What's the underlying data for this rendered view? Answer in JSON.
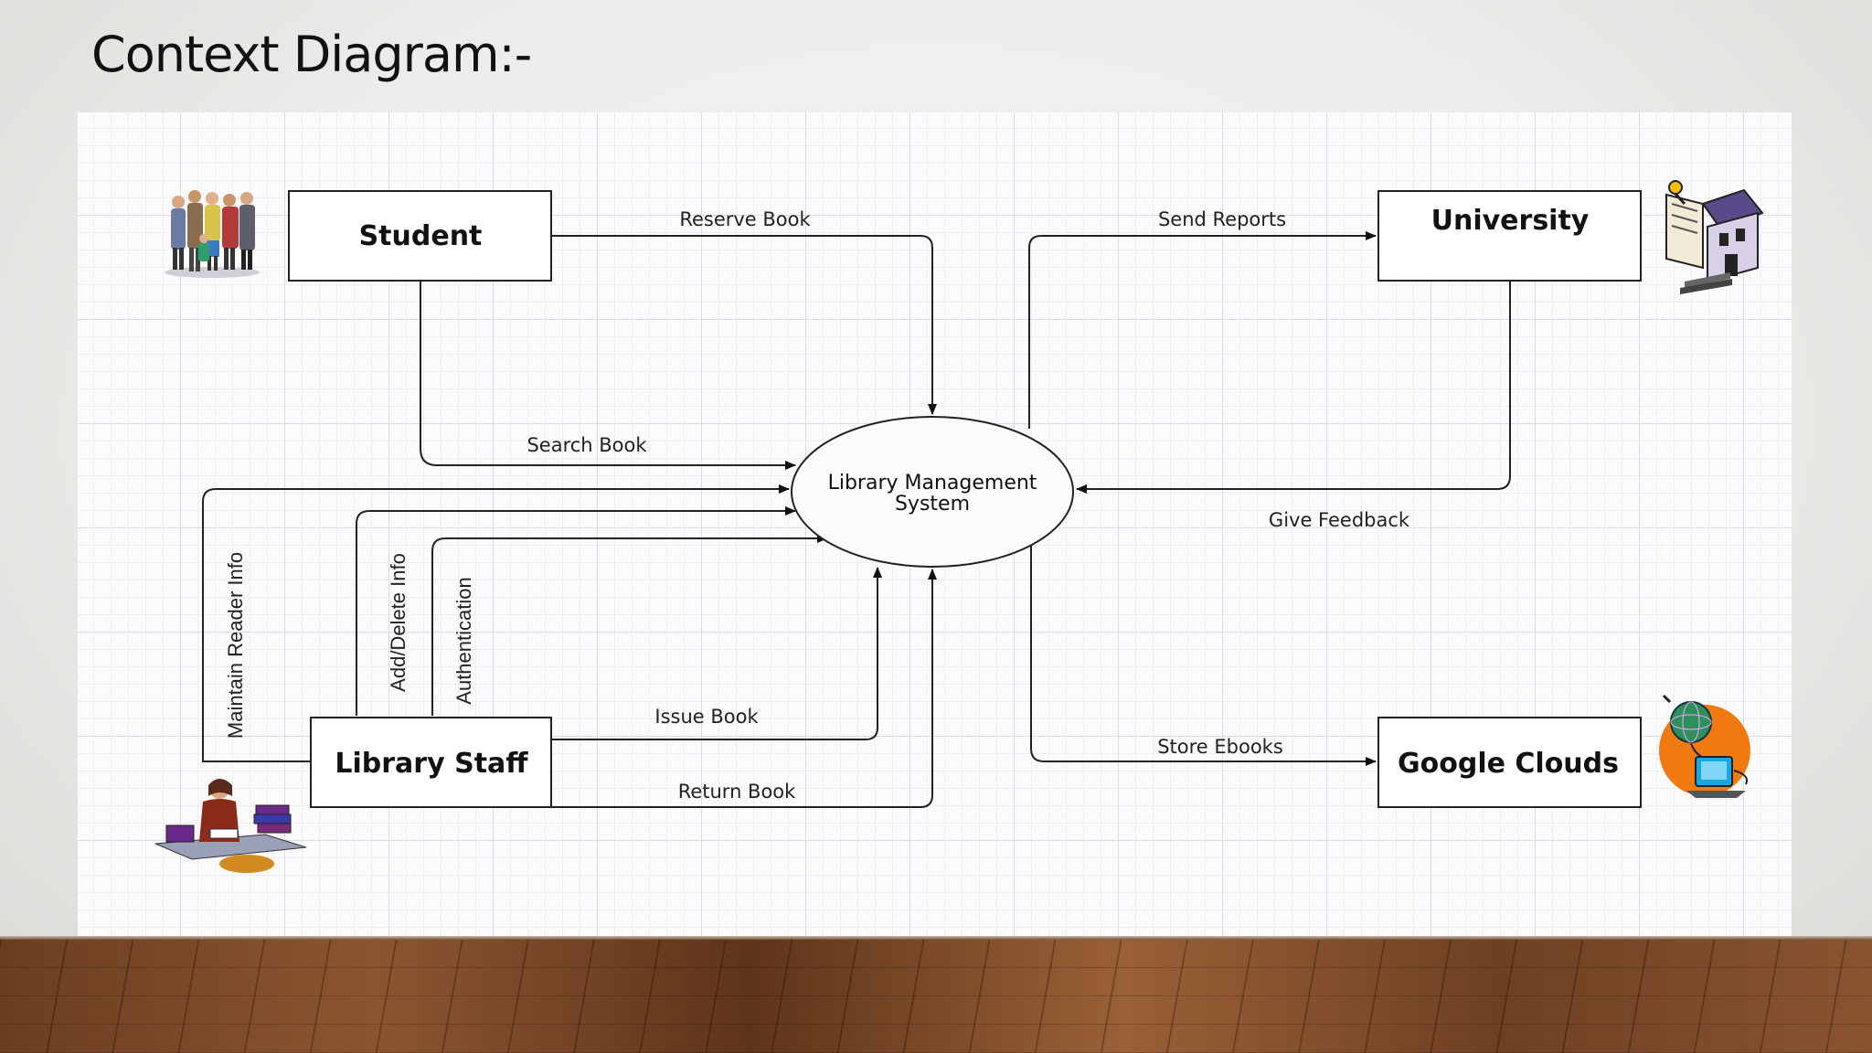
{
  "slide": {
    "title": "Context Diagram:-"
  },
  "diagram": {
    "process": {
      "line1": "Library Management",
      "line2": "System"
    },
    "entities": {
      "student": "Student",
      "university": "University",
      "library_staff": "Library Staff",
      "google_clouds": "Google Clouds"
    },
    "flows": {
      "reserve_book": "Reserve Book",
      "send_reports": "Send Reports",
      "search_book": "Search Book",
      "give_feedback": "Give Feedback",
      "maintain_reader_info": "Maintain Reader Info",
      "add_delete_info": "Add/Delete Info",
      "authentication": "Authentication",
      "issue_book": "Issue Book",
      "return_book": "Return Book",
      "store_ebooks": "Store Ebooks"
    },
    "icons": {
      "student": "people-group-icon",
      "university": "university-building-icon",
      "library_staff": "librarian-at-desk-icon",
      "google_clouds": "globe-computer-icon"
    }
  }
}
